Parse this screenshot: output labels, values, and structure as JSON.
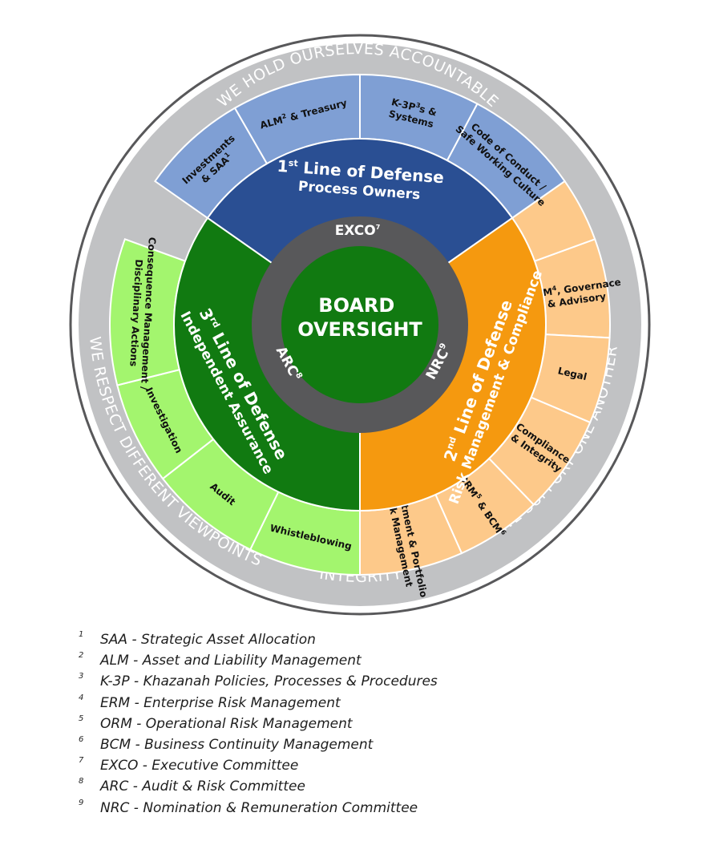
{
  "values": {
    "outer": [
      {
        "text": "WE HOLD OURSELVES ACCOUNTABLE"
      },
      {
        "text": "WE SUPPORT ONE ANOTHER"
      },
      {
        "text": "INTEGRITY"
      },
      {
        "text": "WE RESPECT DIFFERENT VIEWPOINTS"
      }
    ]
  },
  "core": {
    "line1": "BOARD",
    "line2": "OVERSIGHT",
    "exco": "EXCO",
    "exco_sup": "7",
    "arc": "ARC",
    "arc_sup": "8",
    "nrc": "NRC",
    "nrc_sup": "9"
  },
  "lines": {
    "first": {
      "ordinal": "1",
      "ordinal_sup": "st",
      "title": " Line of Defense",
      "subtitle": "Process Owners",
      "color": "#2a4f93"
    },
    "second": {
      "ordinal": "2",
      "ordinal_sup": "nd",
      "title": " Line of Defense",
      "subtitle": "Risk Management & Compliance",
      "color": "#f5990f"
    },
    "third": {
      "ordinal": "3",
      "ordinal_sup": "rd",
      "title": " Line of Defense",
      "subtitle": "Independent Assurance",
      "color": "#117a11"
    }
  },
  "segments": {
    "first": [
      {
        "lines": [
          [
            {
              "t": "Investments"
            }
          ],
          [
            {
              "t": "& SAA"
            },
            {
              "t": "1",
              "sup": true
            }
          ]
        ]
      },
      {
        "lines": [
          [
            {
              "t": "ALM"
            },
            {
              "t": "2",
              "sup": true
            },
            {
              "t": " & Treasury"
            }
          ]
        ]
      },
      {
        "lines": [
          [
            {
              "t": "K-3P"
            },
            {
              "t": "3",
              "sup": true
            },
            {
              "t": "s &"
            }
          ],
          [
            {
              "t": "Systems"
            }
          ]
        ]
      },
      {
        "lines": [
          [
            {
              "t": "Code of Conduct /"
            }
          ],
          [
            {
              "t": "Safe Working Culture"
            }
          ]
        ]
      }
    ],
    "second": [
      {
        "lines": [
          [
            {
              "t": "ERM"
            },
            {
              "t": "4",
              "sup": true
            },
            {
              "t": ", Governace"
            }
          ],
          [
            {
              "t": "& Advisory"
            }
          ]
        ]
      },
      {
        "lines": [
          [
            {
              "t": "Legal"
            }
          ]
        ]
      },
      {
        "lines": [
          [
            {
              "t": "Compliance"
            }
          ],
          [
            {
              "t": "& Integrity"
            }
          ]
        ]
      },
      {
        "lines": [
          [
            {
              "t": "ORM"
            },
            {
              "t": "5",
              "sup": true
            },
            {
              "t": " & BCM"
            },
            {
              "t": "6",
              "sup": true
            }
          ]
        ]
      },
      {
        "lines": [
          [
            {
              "t": "Investment & Portfolio"
            }
          ],
          [
            {
              "t": "Risk Management"
            }
          ]
        ]
      }
    ],
    "third": [
      {
        "lines": [
          [
            {
              "t": "Whistleblowing"
            }
          ]
        ]
      },
      {
        "lines": [
          [
            {
              "t": "Audit"
            }
          ]
        ]
      },
      {
        "lines": [
          [
            {
              "t": "Investigation"
            }
          ]
        ]
      },
      {
        "lines": [
          [
            {
              "t": "Consequence Management /"
            }
          ],
          [
            {
              "t": "Disciplinary Actions"
            }
          ]
        ]
      }
    ]
  },
  "colors": {
    "outer_ring": "#c1c2c4",
    "committee_ring": "#58585a",
    "core": "#117a11",
    "first_light": "#7f9fd4",
    "second_light": "#fdc98a",
    "third_light": "#a3f56e"
  },
  "footnotes": [
    {
      "num": "1",
      "text": "SAA - Strategic Asset Allocation"
    },
    {
      "num": "2",
      "text": "ALM - Asset and Liability Management"
    },
    {
      "num": "3",
      "text": "K-3P - Khazanah Policies, Processes & Procedures"
    },
    {
      "num": "4",
      "text": "ERM - Enterprise Risk Management"
    },
    {
      "num": "5",
      "text": "ORM - Operational Risk Management"
    },
    {
      "num": "6",
      "text": "BCM - Business Continuity Management"
    },
    {
      "num": "7",
      "text": "EXCO - Executive Committee"
    },
    {
      "num": "8",
      "text": "ARC - Audit & Risk Committee"
    },
    {
      "num": "9",
      "text": "NRC - Nomination & Remuneration Committee"
    }
  ]
}
